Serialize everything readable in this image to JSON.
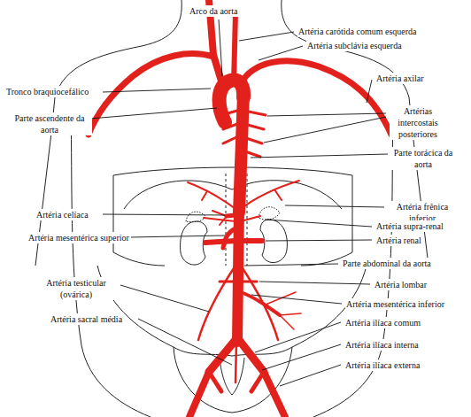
{
  "diagram": {
    "labels": [
      "Arco da aorta",
      "Artéria carótida comum esquerda",
      "Artéria subclávia esquerda",
      "Tronco braquiocefálico",
      "Artéria axilar",
      "Parte ascendente da aorta",
      "Artérias intercostais posteriores",
      "Parte torácica da aorta",
      "Artéria frênica inferior",
      "Artéria celíaca",
      "Artéria supra-renal",
      "Artéria mesentérica superior",
      "Artéria renal",
      "Parte abdominal da aorta",
      "Artéria testicular (ovárica)",
      "Artéria lombar",
      "Artéria mesentérica inferior",
      "Artéria sacral média",
      "Artéria ilíaca comum",
      "Artéria ilíaca interna",
      "Artéria ilíaca externa"
    ]
  }
}
